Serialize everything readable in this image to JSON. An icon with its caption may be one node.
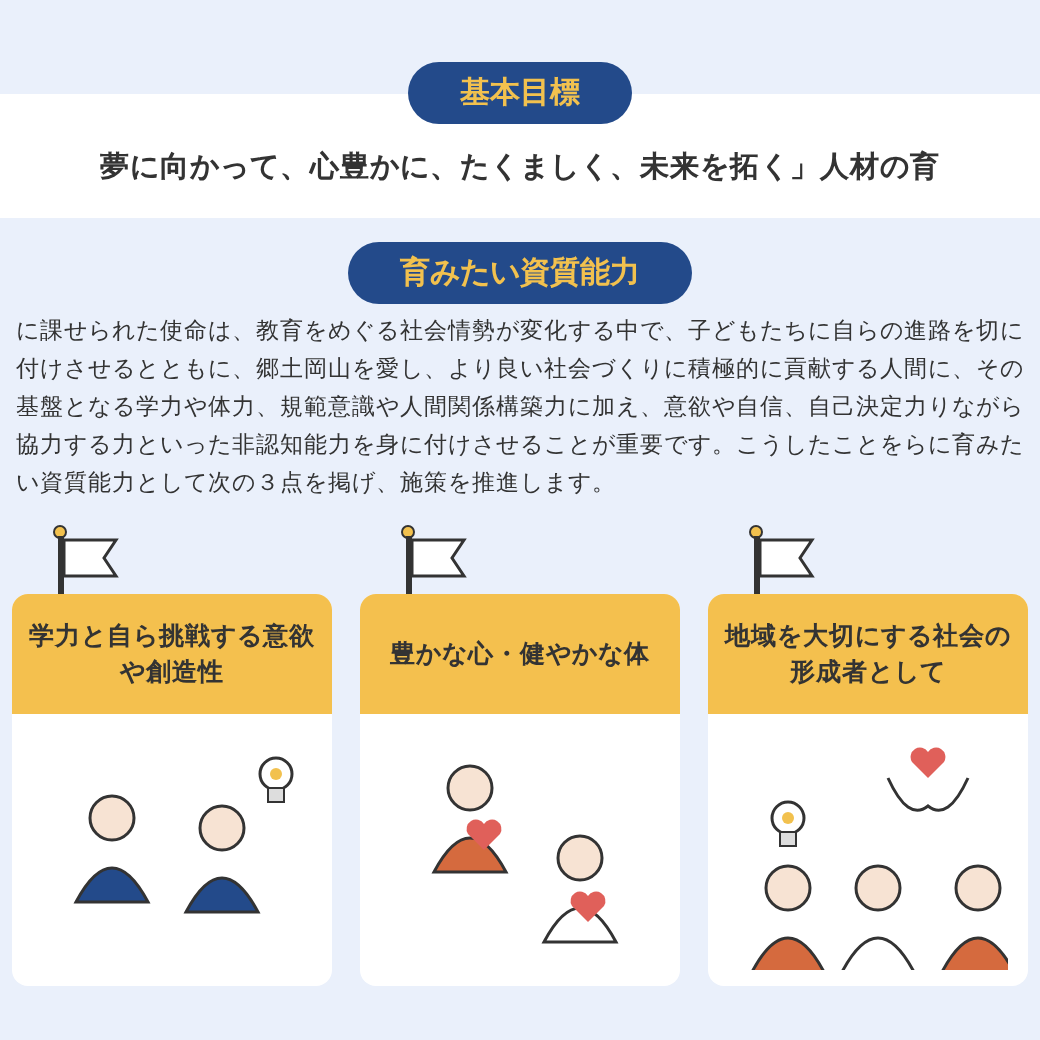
{
  "diagram": {
    "nodes": [
      {
        "text": [
          "基本目標"
        ]
      },
      {
        "text": [
          "夢に向かって、心豊かに、たくましく、未来を拓く」人材の育"
        ]
      },
      {
        "text": [
          "育みたい資質能力"
        ]
      },
      {
        "text": [
          "学力と自ら挑戦する意欲や創造性"
        ]
      },
      {
        "text": [
          "豊かな心・健やかな体"
        ]
      },
      {
        "text": [
          "地域を大切にする社会の形成者として"
        ]
      }
    ],
    "labels": [
      "に課せられた使命は、教育をめぐる社会情勢が変化する中で、子どもたちに自らの進路を切に付けさせるとともに、郷土岡山を愛し、より良い社会づくりに積極的に貢献する人間に、その基盤となる学力や体力、規範意識や人間関係構築力に加え、意欲や自信、自己決定力りながら協力する力といった非認知能力を身に付けさせることが重要です。こうしたことをらに育みたい資質能力として次の３点を掲げ、施策を推進します。"
    ]
  }
}
